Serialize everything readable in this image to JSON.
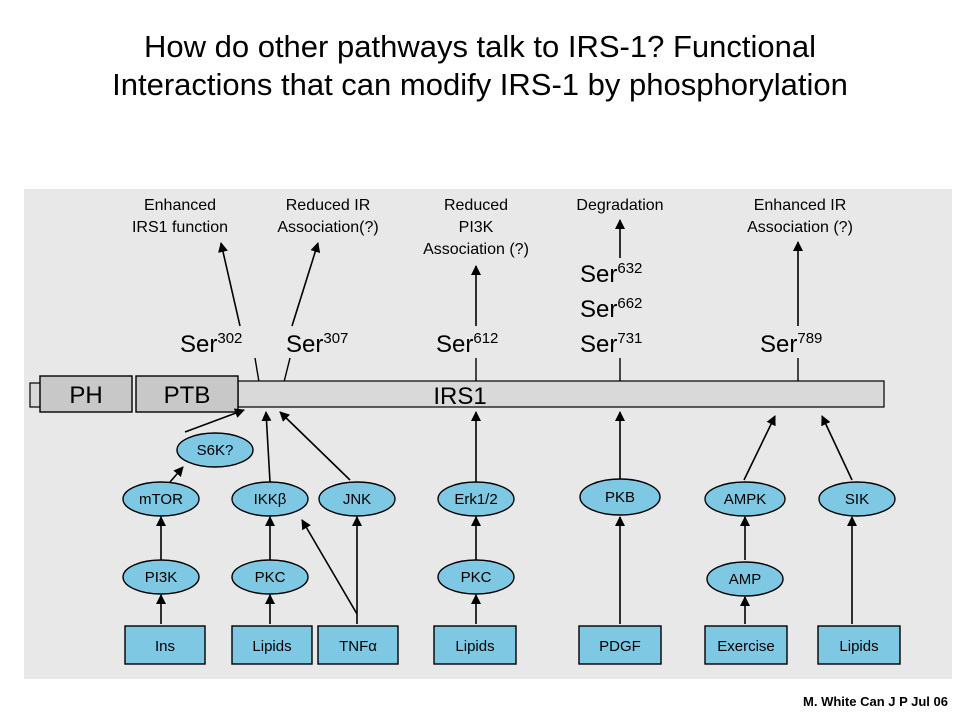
{
  "title": {
    "line1": "How do other pathways talk to IRS-1?  Functional",
    "line2": "Interactions that can modify IRS-1 by phosphorylation"
  },
  "effects": {
    "enhanced_function_1": "Enhanced",
    "enhanced_function_2": "IRS1 function",
    "reduced_ir_1": "Reduced IR",
    "reduced_ir_2": "Association(?)",
    "reduced_pi3k_1": "Reduced",
    "reduced_pi3k_2": "PI3K",
    "reduced_pi3k_3": "Association (?)",
    "degradation": "Degradation",
    "enhanced_ir_1": "Enhanced IR",
    "enhanced_ir_2": "Association (?)"
  },
  "sites": {
    "ser": "Ser",
    "s302": "302",
    "s307": "307",
    "s612": "612",
    "s632": "632",
    "s662": "662",
    "s731": "731",
    "s789": "789"
  },
  "protein": {
    "ph": "PH",
    "ptb": "PTB",
    "name": "IRS1"
  },
  "kinases": {
    "s6k": "S6K?",
    "mtor": "mTOR",
    "ikkb": "IKKβ",
    "jnk": "JNK",
    "erk": "Erk1/2",
    "pkb": "PKB",
    "ampk": "AMPK",
    "sik": "SIK",
    "pi3k": "PI3K",
    "pkc1": "PKC",
    "pkc2": "PKC",
    "amp": "AMP"
  },
  "stimuli": {
    "ins": "Ins",
    "lipids1": "Lipids",
    "tnf": "TNFα",
    "lipids2": "Lipids",
    "pdgf": "PDGF",
    "exercise": "Exercise",
    "lipids3": "Lipids"
  },
  "colors": {
    "node_fill": "#7ec8e3",
    "panel": "#e8e8e8",
    "bar": "#d9d9d9"
  },
  "credit": "M. White Can J P Jul 06"
}
